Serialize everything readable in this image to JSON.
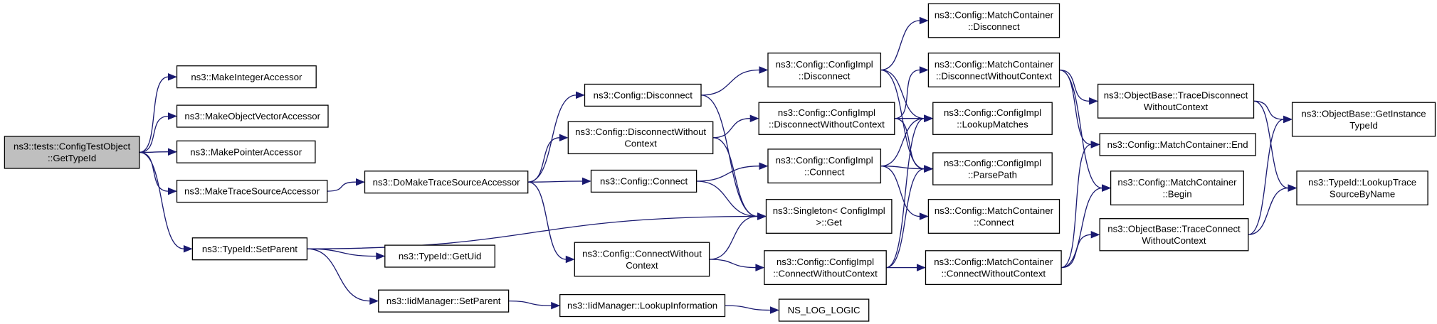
{
  "diagram": {
    "type": "call-graph",
    "colors": {
      "edge": "#191970",
      "root_fill": "#bfbfbf",
      "node_fill": "#ffffff",
      "node_border": "#000000"
    },
    "nodes": [
      {
        "id": "root",
        "lines": [
          "ns3::tests::ConfigTestObject",
          "::GetTypeId"
        ],
        "root": true
      },
      {
        "id": "mkint",
        "lines": [
          "ns3::MakeIntegerAccessor"
        ]
      },
      {
        "id": "mkobjvec",
        "lines": [
          "ns3::MakeObjectVectorAccessor"
        ]
      },
      {
        "id": "mkptr",
        "lines": [
          "ns3::MakePointerAccessor"
        ]
      },
      {
        "id": "mktrace",
        "lines": [
          "ns3::MakeTraceSourceAccessor"
        ]
      },
      {
        "id": "setparent",
        "lines": [
          "ns3::TypeId::SetParent"
        ]
      },
      {
        "id": "domake",
        "lines": [
          "ns3::DoMakeTraceSourceAccessor"
        ]
      },
      {
        "id": "getuid",
        "lines": [
          "ns3::TypeId::GetUid"
        ]
      },
      {
        "id": "iidset",
        "lines": [
          "ns3::IidManager::SetParent"
        ]
      },
      {
        "id": "cfgdisc",
        "lines": [
          "ns3::Config::Disconnect"
        ]
      },
      {
        "id": "cfgdiscwc",
        "lines": [
          "ns3::Config::DisconnectWithout",
          "Context"
        ]
      },
      {
        "id": "cfgconn",
        "lines": [
          "ns3::Config::Connect"
        ]
      },
      {
        "id": "cfgconnwc",
        "lines": [
          "ns3::Config::ConnectWithout",
          "Context"
        ]
      },
      {
        "id": "iidlookup",
        "lines": [
          "ns3::IidManager::LookupInformation"
        ]
      },
      {
        "id": "impldisc",
        "lines": [
          "ns3::Config::ConfigImpl",
          "::Disconnect"
        ]
      },
      {
        "id": "impldiscwc",
        "lines": [
          "ns3::Config::ConfigImpl",
          "::DisconnectWithoutContext"
        ]
      },
      {
        "id": "implconn",
        "lines": [
          "ns3::Config::ConfigImpl",
          "::Connect"
        ]
      },
      {
        "id": "singleton",
        "lines": [
          "ns3::Singleton< ConfigImpl",
          ">::Get"
        ]
      },
      {
        "id": "implconnwc",
        "lines": [
          "ns3::Config::ConfigImpl",
          "::ConnectWithoutContext"
        ]
      },
      {
        "id": "nslog",
        "lines": [
          "NS_LOG_LOGIC"
        ]
      },
      {
        "id": "mcdisc",
        "lines": [
          "ns3::Config::MatchContainer",
          "::Disconnect"
        ]
      },
      {
        "id": "mcdiscwc",
        "lines": [
          "ns3::Config::MatchContainer",
          "::DisconnectWithoutContext"
        ]
      },
      {
        "id": "lookupm",
        "lines": [
          "ns3::Config::ConfigImpl",
          "::LookupMatches"
        ]
      },
      {
        "id": "parsepath",
        "lines": [
          "ns3::Config::ConfigImpl",
          "::ParsePath"
        ]
      },
      {
        "id": "mcconn",
        "lines": [
          "ns3::Config::MatchContainer",
          "::Connect"
        ]
      },
      {
        "id": "mcconnwc",
        "lines": [
          "ns3::Config::MatchContainer",
          "::ConnectWithoutContext"
        ]
      },
      {
        "id": "obtdisc",
        "lines": [
          "ns3::ObjectBase::TraceDisconnect",
          "WithoutContext"
        ]
      },
      {
        "id": "mcend",
        "lines": [
          "ns3::Config::MatchContainer::End"
        ]
      },
      {
        "id": "mcbegin",
        "lines": [
          "ns3::Config::MatchContainer",
          "::Begin"
        ]
      },
      {
        "id": "obtconn",
        "lines": [
          "ns3::ObjectBase::TraceConnect",
          "WithoutContext"
        ]
      },
      {
        "id": "obgetinst",
        "lines": [
          "ns3::ObjectBase::GetInstance",
          "TypeId"
        ]
      },
      {
        "id": "lookuptrace",
        "lines": [
          "ns3::TypeId::LookupTrace",
          "SourceByName"
        ]
      }
    ],
    "edges": [
      [
        "root",
        "mkint"
      ],
      [
        "root",
        "mkobjvec"
      ],
      [
        "root",
        "mkptr"
      ],
      [
        "root",
        "mktrace"
      ],
      [
        "root",
        "setparent"
      ],
      [
        "mktrace",
        "domake"
      ],
      [
        "setparent",
        "getuid"
      ],
      [
        "setparent",
        "iidset"
      ],
      [
        "setparent",
        "singleton"
      ],
      [
        "domake",
        "cfgdisc"
      ],
      [
        "domake",
        "cfgdiscwc"
      ],
      [
        "domake",
        "cfgconn"
      ],
      [
        "domake",
        "cfgconnwc"
      ],
      [
        "iidset",
        "iidlookup"
      ],
      [
        "iidlookup",
        "nslog"
      ],
      [
        "cfgdisc",
        "impldisc"
      ],
      [
        "cfgdisc",
        "singleton"
      ],
      [
        "cfgdiscwc",
        "impldiscwc"
      ],
      [
        "cfgdiscwc",
        "singleton"
      ],
      [
        "cfgconn",
        "implconn"
      ],
      [
        "cfgconn",
        "singleton"
      ],
      [
        "cfgconnwc",
        "implconnwc"
      ],
      [
        "cfgconnwc",
        "singleton"
      ],
      [
        "impldisc",
        "mcdisc"
      ],
      [
        "impldisc",
        "lookupm"
      ],
      [
        "impldisc",
        "parsepath"
      ],
      [
        "impldiscwc",
        "mcdiscwc"
      ],
      [
        "impldiscwc",
        "lookupm"
      ],
      [
        "impldiscwc",
        "parsepath"
      ],
      [
        "implconn",
        "lookupm"
      ],
      [
        "implconn",
        "parsepath"
      ],
      [
        "implconn",
        "mcconn"
      ],
      [
        "implconnwc",
        "lookupm"
      ],
      [
        "implconnwc",
        "parsepath"
      ],
      [
        "implconnwc",
        "mcconnwc"
      ],
      [
        "mcdiscwc",
        "obtdisc"
      ],
      [
        "mcdiscwc",
        "mcend"
      ],
      [
        "mcdiscwc",
        "mcbegin"
      ],
      [
        "mcconnwc",
        "mcend"
      ],
      [
        "mcconnwc",
        "mcbegin"
      ],
      [
        "mcconnwc",
        "obtconn"
      ],
      [
        "obtdisc",
        "obgetinst"
      ],
      [
        "obtdisc",
        "lookuptrace"
      ],
      [
        "obtconn",
        "obgetinst"
      ],
      [
        "obtconn",
        "lookuptrace"
      ]
    ]
  }
}
